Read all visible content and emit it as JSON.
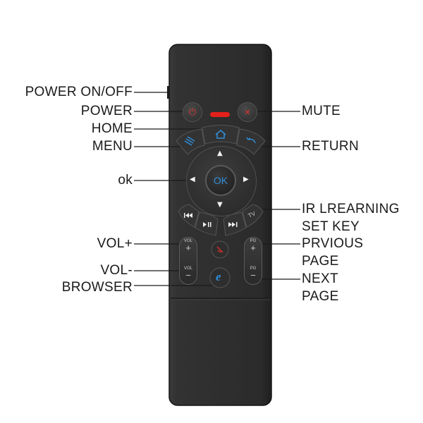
{
  "labels": {
    "power_on_off": "POWER ON/OFF",
    "power": "POWER",
    "home": "HOME",
    "menu": "MENU",
    "ok": "ok",
    "vol_plus": "VOL+",
    "vol_minus": "VOL-",
    "browser": "BROWSER",
    "mute": "MUTE",
    "return": "RETURN",
    "ir_learning_line1": "IR LREARNING",
    "ir_learning_line2": "SET KEY",
    "previous_page_line1": "PRVIOUS",
    "previous_page_line2": "PAGE",
    "next_page_line1": "NEXT",
    "next_page_line2": "PAGE"
  },
  "remote": {
    "ok_label": "OK",
    "tv_label": "TV",
    "vol_label": "VOL",
    "vol_plus_sign": "+",
    "vol_minus_sign": "−",
    "pg_label": "PG",
    "pg_plus_sign": "+",
    "pg_minus_sign": "−",
    "browser_glyph": "e"
  },
  "colors": {
    "remote_body": "#2e2e2e",
    "power_icon": "#e0302a",
    "led": "#e3201b",
    "accent_blue": "#2f8fdc",
    "leader_line": "#1a1a1a"
  },
  "icons": {
    "power": "power-icon",
    "mute": "mute-icon",
    "home": "home-icon",
    "menu": "menu-icon",
    "return": "return-icon",
    "rewind": "rewind-icon",
    "play_pause": "play-pause-icon",
    "fast_forward": "fast-forward-icon",
    "ir_learning": "ir-learning-icon",
    "browser": "browser-icon"
  }
}
